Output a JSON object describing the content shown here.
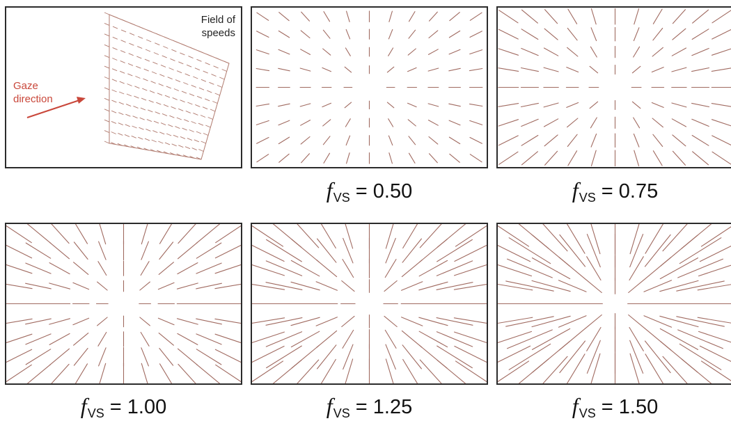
{
  "intro_panel": {
    "field_label_line1": "Field of",
    "field_label_line2": "speeds",
    "gaze_label_line1": "Gaze",
    "gaze_label_line2": "direction",
    "gaze_color": "#c9473a",
    "field_color": "#b07a6e"
  },
  "line_color": "#a06a60",
  "symbol": {
    "letter": "f",
    "subscript": "VS"
  },
  "panels": [
    {
      "f_vs": 0.5,
      "caption_value": "= 0.50"
    },
    {
      "f_vs": 0.75,
      "caption_value": "= 0.75"
    },
    {
      "f_vs": 1.0,
      "caption_value": "= 1.00"
    },
    {
      "f_vs": 1.25,
      "caption_value": "= 1.25"
    },
    {
      "f_vs": 1.5,
      "caption_value": "= 1.50"
    }
  ]
}
